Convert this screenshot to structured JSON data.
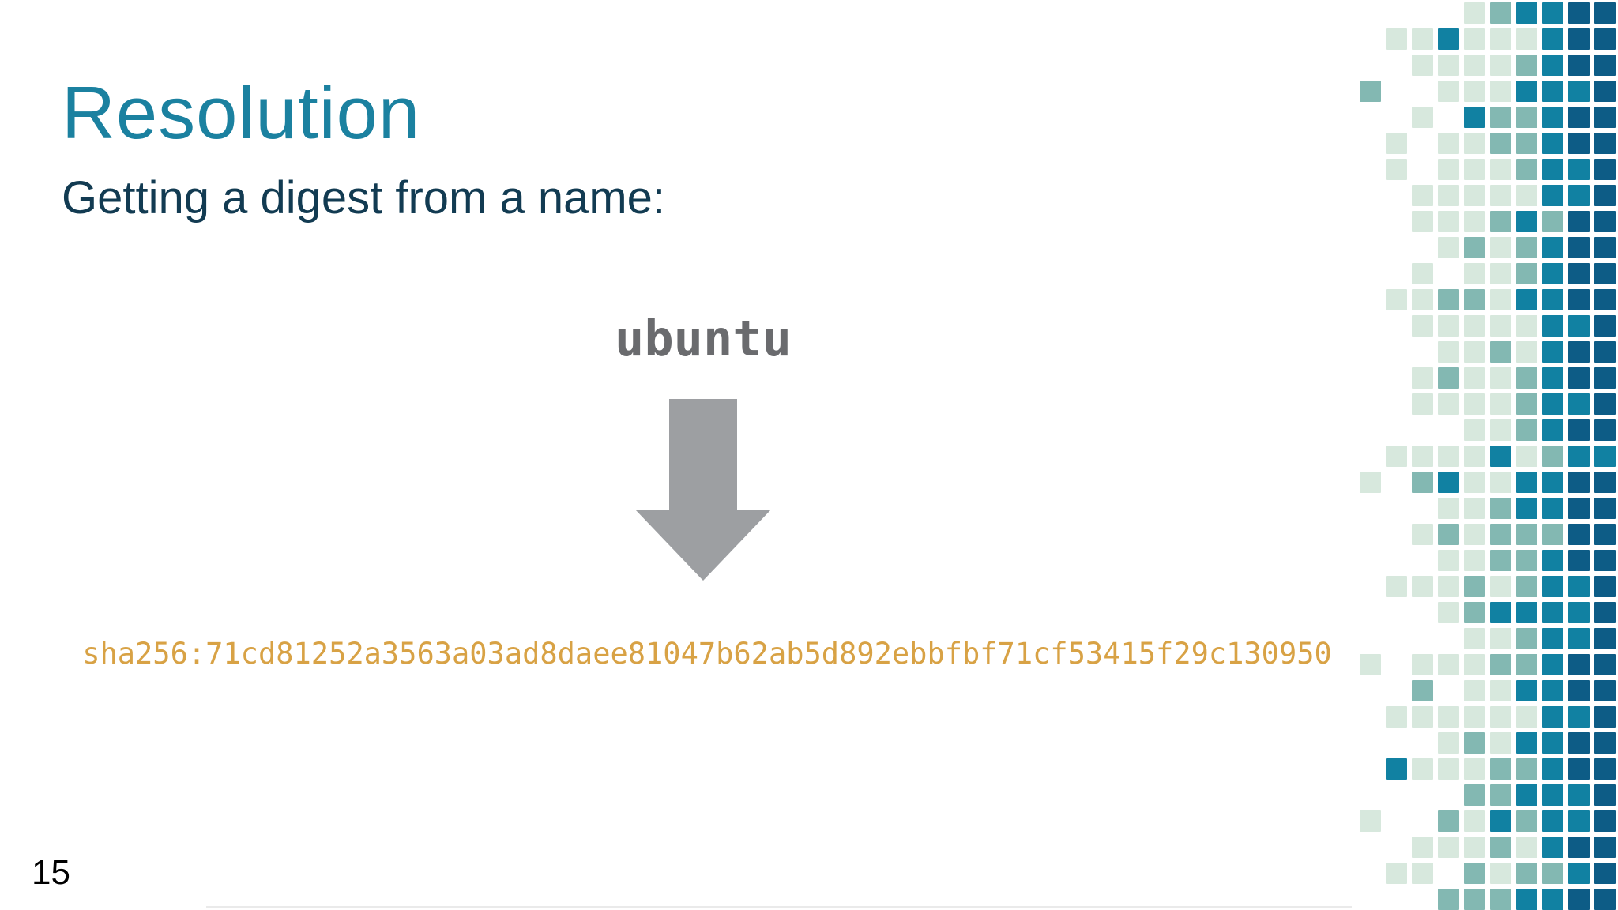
{
  "slide": {
    "title": "Resolution",
    "subtitle": "Getting a digest from a name:",
    "page_number": "15",
    "diagram": {
      "image_name": "ubuntu",
      "arrow_direction": "down",
      "digest": "sha256:71cd81252a3563a03ad8daee81047b62ab5d892ebbfbf71cf53415f29c130950"
    }
  },
  "colors": {
    "title": "#1b81a0",
    "subtitle": "#123b52",
    "image_name": "#6a6b6e",
    "arrow": "#9d9fa2",
    "digest": "#d8a245",
    "page_number": "#000000",
    "mosaic_pale_green": "#d7e8dd",
    "mosaic_medium_teal": "#83b8b2",
    "mosaic_teal_blue": "#1181a2",
    "mosaic_dark_blue": "#0d5c86"
  },
  "mosaic": {
    "legend": {
      ".": "empty",
      "1": "pale-green",
      "2": "medium-teal",
      "3": "teal-blue",
      "4": "dark-blue"
    },
    "rows": [
      "....123344",
      ".113111344",
      "..11112344",
      "2..1113334",
      "..1.322344",
      ".1.1122344",
      ".1.1112334",
      "..11111334",
      "..11123244",
      "...1212344",
      "..1.112344",
      ".112213344",
      "..11111334",
      "...1121344",
      "..12112344",
      "..11112334",
      "....112344",
      ".111131233",
      "1.23113344",
      "...1123344",
      "..12122244",
      "...1122344",
      ".111212334",
      "...1233334",
      "....112334",
      "1.11122344",
      "..2.113344",
      ".111111334",
      "...1213344",
      ".311122344",
      "....223334",
      "1..2132334",
      "..11121344",
      ".11.212234",
      "...2223344"
    ]
  }
}
